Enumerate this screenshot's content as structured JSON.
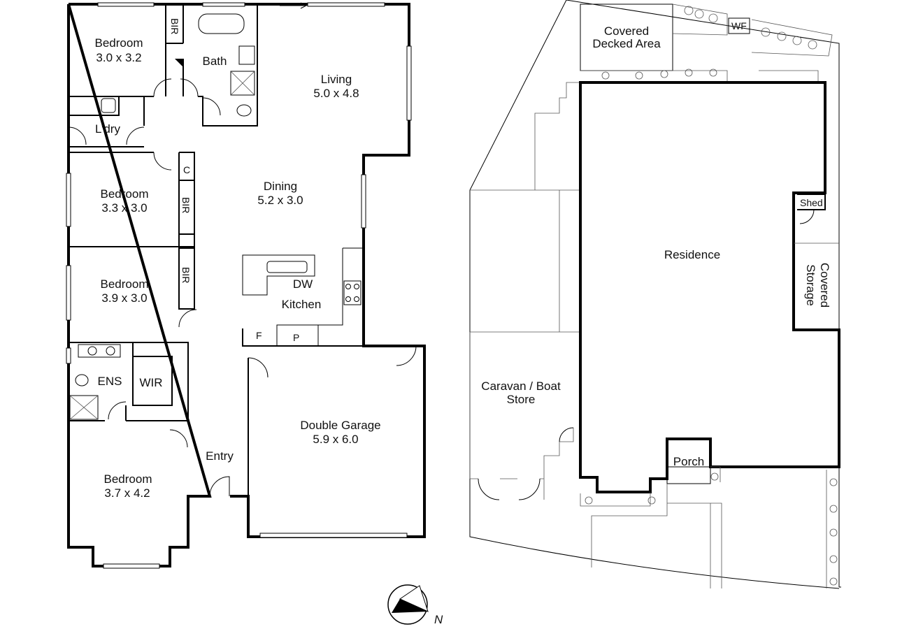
{
  "floor_plan": {
    "rooms": {
      "bedroom1": {
        "name": "Bedroom",
        "size": "3.0 x 3.2"
      },
      "bath": {
        "name": "Bath"
      },
      "living": {
        "name": "Living",
        "size": "5.0 x 4.8"
      },
      "laundry": {
        "name": "L’dry"
      },
      "bedroom2": {
        "name": "Bedroom",
        "size": "3.3 x 3.0"
      },
      "dining": {
        "name": "Dining",
        "size": "5.2 x 3.0"
      },
      "bedroom3": {
        "name": "Bedroom",
        "size": "3.9 x 3.0"
      },
      "kitchen": {
        "name": "Kitchen"
      },
      "ensuite": {
        "name": "ENS"
      },
      "wir": {
        "name": "WIR"
      },
      "garage": {
        "name": "Double Garage",
        "size": "5.9 x 6.0"
      },
      "entry": {
        "name": "Entry"
      },
      "bedroom4": {
        "name": "Bedroom",
        "size": "3.7 x 4.2"
      }
    },
    "fixtures": {
      "bir1": "BIR",
      "bir2": "BIR",
      "bir3": "BIR",
      "cupboard": "C",
      "dishwasher": "DW",
      "fridge": "F",
      "pantry": "P"
    }
  },
  "site_plan": {
    "covered_decked_area": "Covered Decked Area",
    "wf": "WF",
    "residence": "Residence",
    "shed": "Shed",
    "covered_storage": "Covered Storage",
    "caravan_boat_store": "Caravan / Boat Store",
    "porch": "Porch"
  },
  "compass": {
    "label": "N"
  }
}
